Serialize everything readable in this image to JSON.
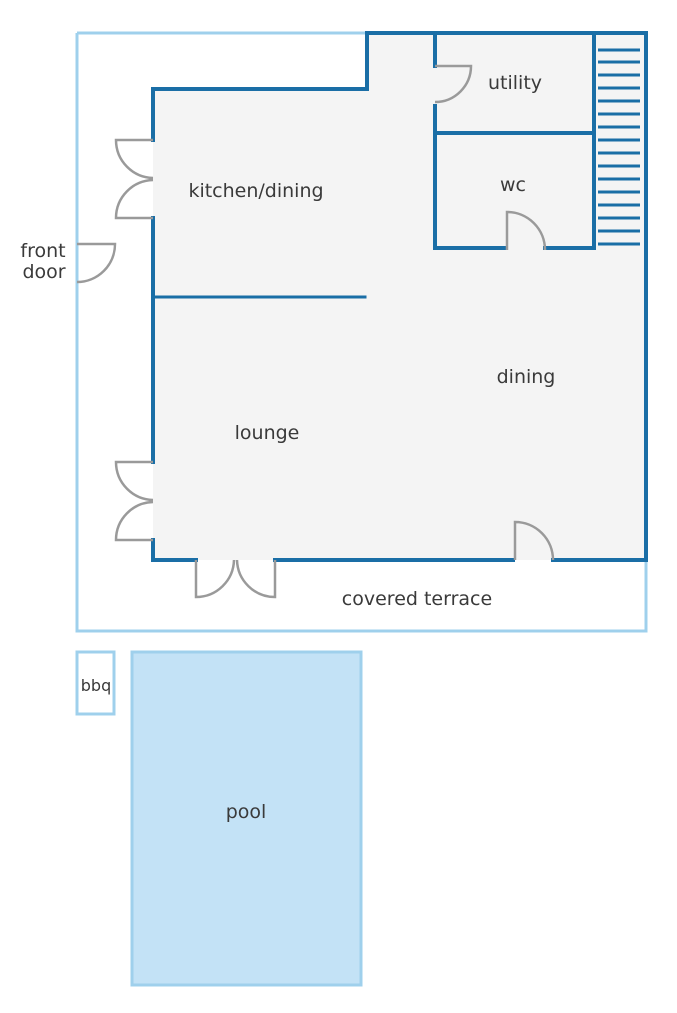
{
  "rooms": {
    "utility": "utility",
    "wc": "wc",
    "kitchen_dining": "kitchen/dining",
    "dining": "dining",
    "lounge": "lounge",
    "covered_terrace": "covered terrace",
    "bbq": "bbq",
    "pool": "pool"
  },
  "entrance": {
    "line1": "front",
    "line2": "door"
  },
  "colors": {
    "wall": "#1a6ea6",
    "outline": "#9fd0ec",
    "floor": "#f4f4f4",
    "pool": "#c3e2f6",
    "door": "#9a9a9a"
  }
}
